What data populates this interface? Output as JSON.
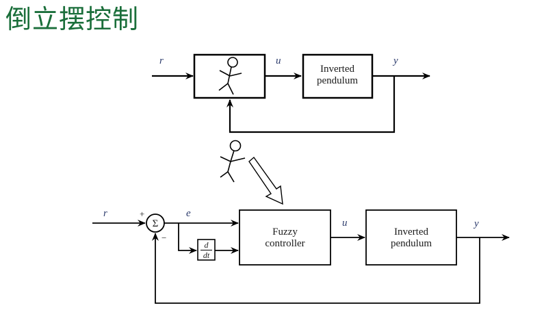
{
  "slide": {
    "title": "倒立摆控制",
    "title_color": "#1a6e3a"
  },
  "top_diagram": {
    "input_label": "r",
    "control_label": "u",
    "output_label": "y",
    "controller_icon": "human-operator-icon",
    "plant": {
      "line1": "Inverted",
      "line2": "pendulum"
    }
  },
  "transition": {
    "figure_icon": "human-operator-icon",
    "arrow_icon": "hollow-arrow-icon"
  },
  "bottom_diagram": {
    "input_label": "r",
    "sum_symbol": "Σ",
    "plus_sign": "+",
    "minus_sign": "−",
    "error_label": "e",
    "derivative": {
      "numerator": "d",
      "denominator": "dt"
    },
    "controller": {
      "line1": "Fuzzy",
      "line2": "controller"
    },
    "control_label": "u",
    "plant": {
      "line1": "Inverted",
      "line2": "pendulum"
    },
    "output_label": "y"
  }
}
